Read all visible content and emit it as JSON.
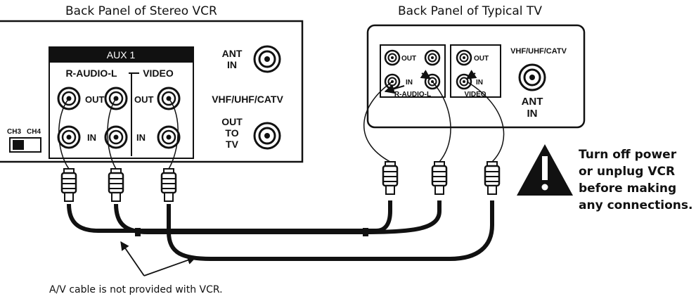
{
  "titles": {
    "vcr_panel": "Back Panel of Stereo VCR",
    "tv_panel": "Back Panel of Typical TV"
  },
  "vcr": {
    "aux_header": "AUX 1",
    "audio_header": "R-AUDIO-L",
    "video_header": "VIDEO",
    "out_label": "OUT",
    "in_label": "IN",
    "ant_in": [
      "ANT",
      "IN"
    ],
    "vhf_label": "VHF/UHF/CATV",
    "out_to_tv": [
      "OUT",
      "TO",
      "TV"
    ],
    "ch3": "CH3",
    "ch4": "CH4"
  },
  "tv": {
    "out_label": "OUT",
    "in_label": "IN",
    "audio_label": "R-AUDIO-L",
    "video_label": "VIDEO",
    "vhf_label": "VHF/UHF/CATV",
    "ant_in": [
      "ANT",
      "IN"
    ]
  },
  "warning": {
    "icon": "warning-triangle-icon",
    "lines": [
      "Turn off power",
      "or unplug VCR",
      "before making",
      "any connections."
    ]
  },
  "cable_note": "A/V  cable is not provided with VCR."
}
